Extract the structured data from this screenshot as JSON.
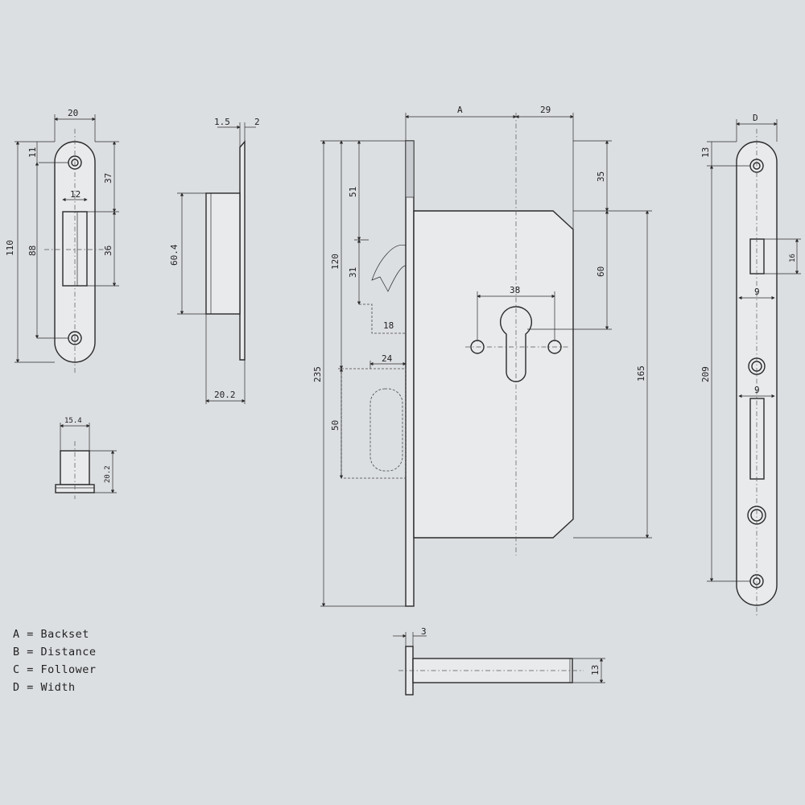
{
  "strike_plate": {
    "width": "20",
    "top_offset": "11",
    "total_height": "110",
    "hole_spacing": "88",
    "slot_width": "12",
    "upper_gap": "37",
    "slot_height": "36"
  },
  "strike_box": {
    "plate_thickness": "1.5",
    "flange": "2",
    "box_height": "60.4",
    "box_depth": "20.2"
  },
  "spindle_follower": {
    "diameter": "15.4",
    "length": "20.2"
  },
  "lock_body": {
    "backset": "A",
    "front_offset": "29",
    "total_height": "235",
    "latch_height": "120",
    "latch_top": "51",
    "latch_gap": "31",
    "latch_depth": "18",
    "bolt_width": "24",
    "bolt_height": "50",
    "cylinder_spacing": "38",
    "upper_to_cylinder": "35",
    "cylinder_span": "60",
    "case_height": "165"
  },
  "faceplate": {
    "width": "D",
    "top_offset": "13",
    "total_height": "209",
    "slot_height": "16",
    "latch_width": "9",
    "bolt_width": "9"
  },
  "bolt_pin": {
    "head": "3",
    "diameter": "13"
  },
  "legend": [
    "A = Backset",
    "B = Distance",
    "C = Follower",
    "D = Width"
  ]
}
